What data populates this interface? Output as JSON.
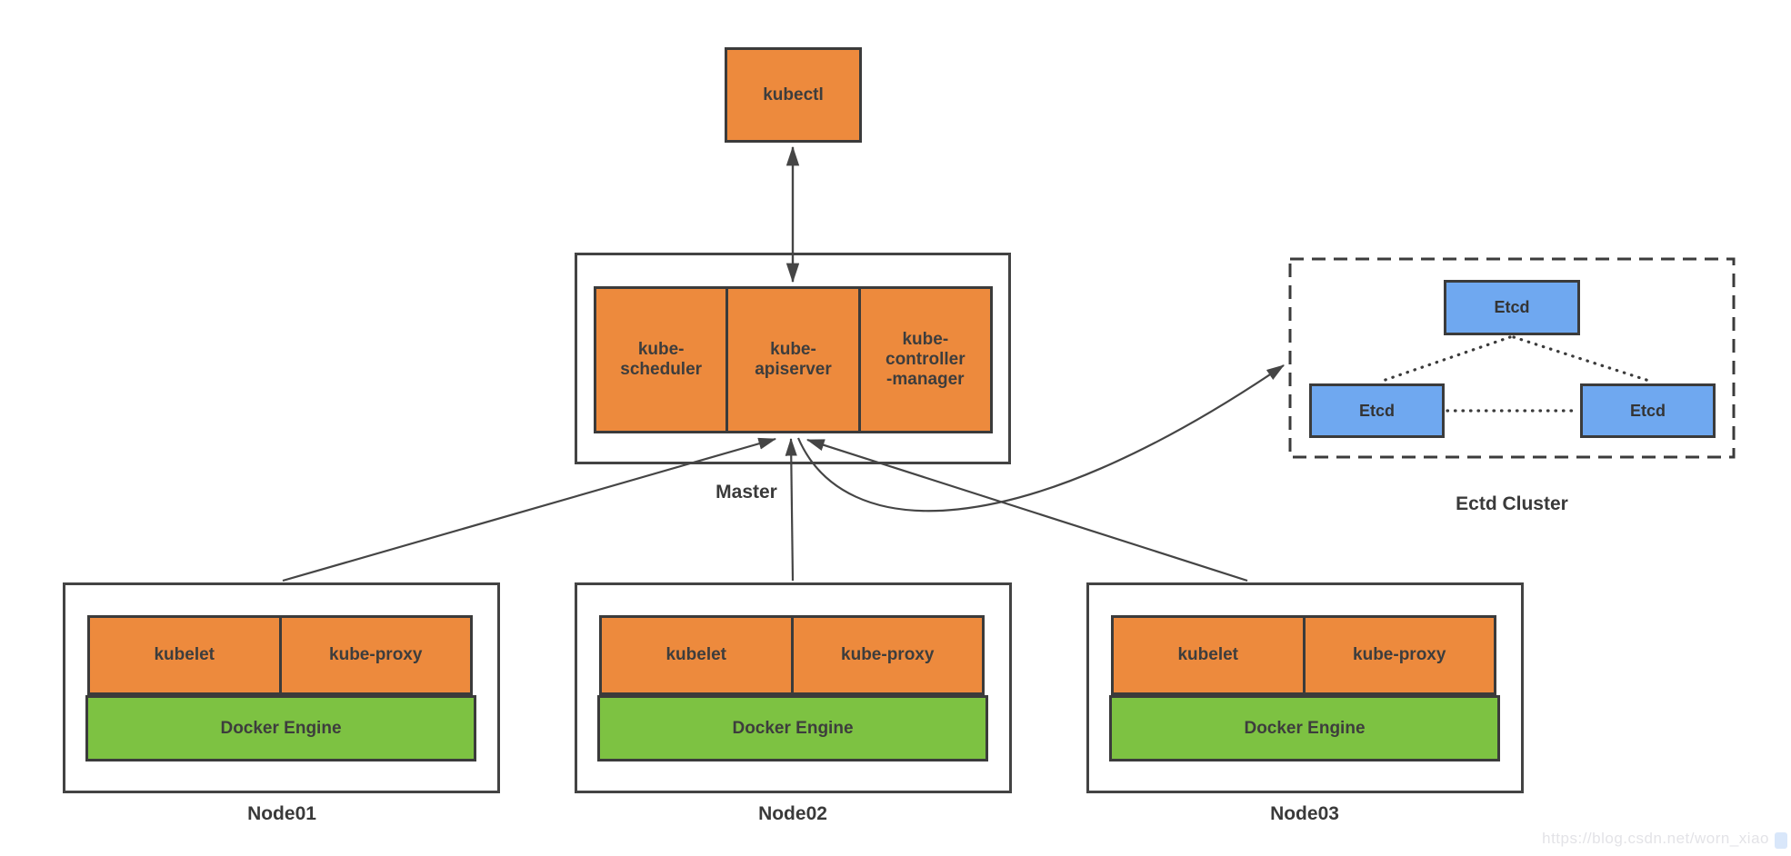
{
  "colors": {
    "orange": "#ED8A3D",
    "green": "#7DC242",
    "blue": "#6FA8F0",
    "inner_border": "#3B3B3B",
    "outer_border": "#434343",
    "connector": "#454545",
    "text": "#3D3D3D",
    "watermark": "#E3E3E7"
  },
  "kubectl": {
    "label": "kubectl"
  },
  "master": {
    "label": "Master",
    "components": [
      {
        "label": "kube-\nscheduler"
      },
      {
        "label": "kube-\napiserver"
      },
      {
        "label": "kube-\ncontroller\n-manager"
      }
    ]
  },
  "etcd_cluster": {
    "label": "Ectd Cluster",
    "nodes": [
      {
        "label": "Etcd"
      },
      {
        "label": "Etcd"
      },
      {
        "label": "Etcd"
      }
    ]
  },
  "worker_nodes": [
    {
      "name": "Node01",
      "kubelet": "kubelet",
      "kube_proxy": "kube-proxy",
      "docker_engine": "Docker Engine"
    },
    {
      "name": "Node02",
      "kubelet": "kubelet",
      "kube_proxy": "kube-proxy",
      "docker_engine": "Docker Engine"
    },
    {
      "name": "Node03",
      "kubelet": "kubelet",
      "kube_proxy": "kube-proxy",
      "docker_engine": "Docker Engine"
    }
  ],
  "watermark": {
    "text": "https://blog.csdn.net/worn_xiao"
  }
}
